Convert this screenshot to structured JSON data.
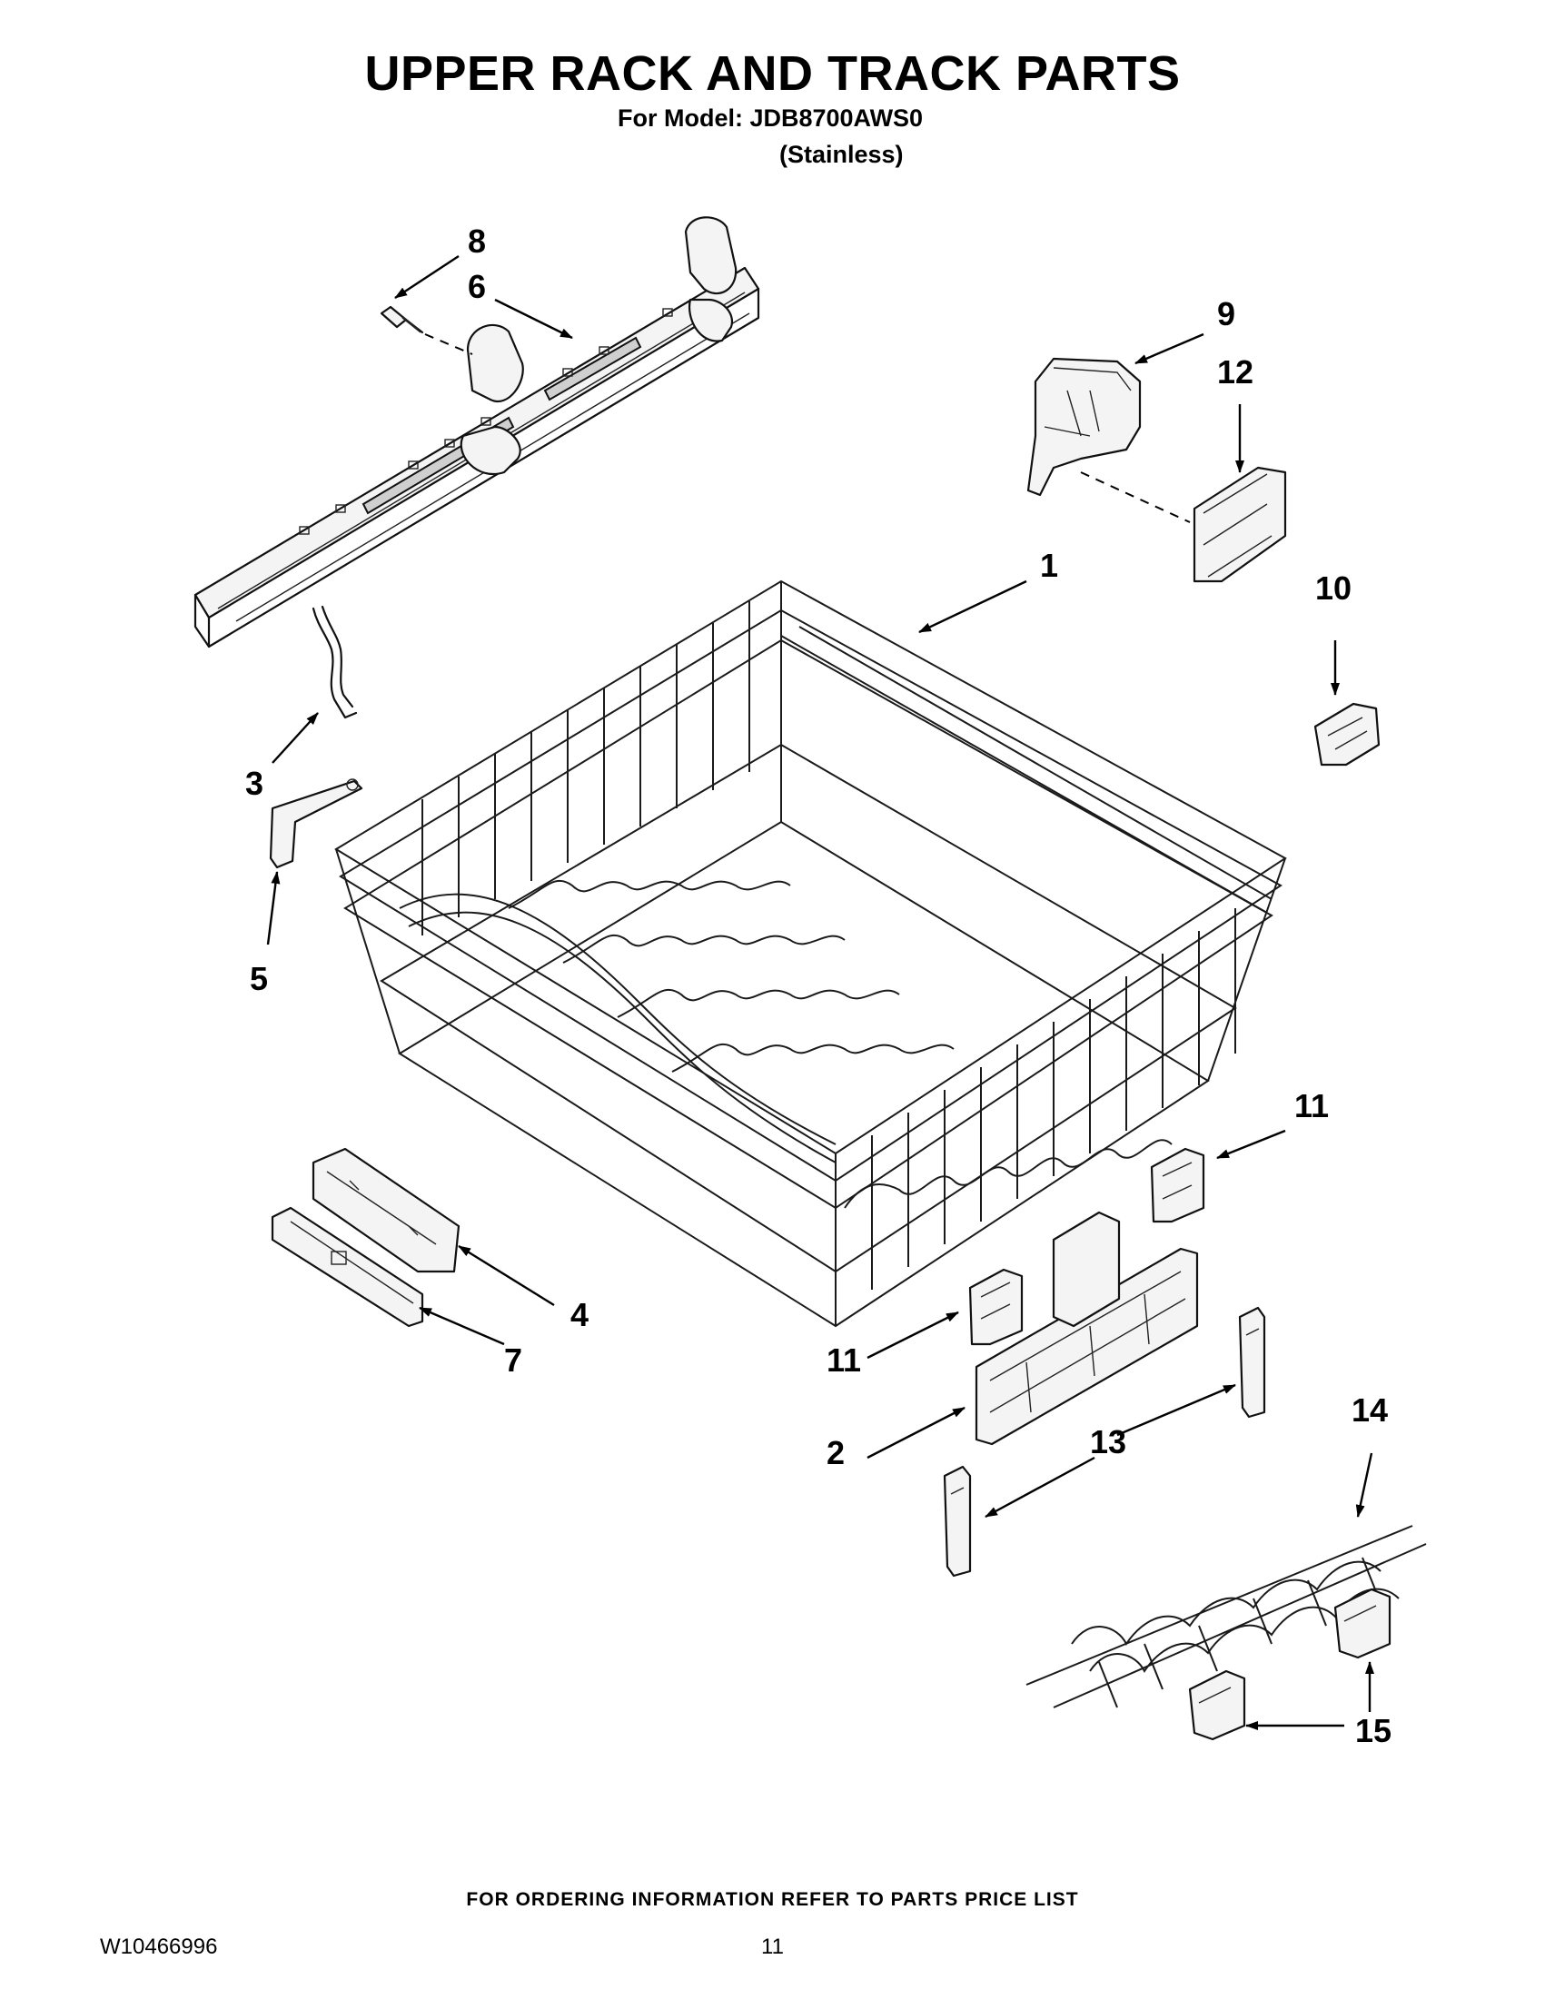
{
  "header": {
    "title": "UPPER RACK AND TRACK PARTS",
    "model_line": "For Model: JDB8700AWS0",
    "finish_line": "(Stainless)"
  },
  "footer": {
    "ordering_note": "FOR ORDERING INFORMATION REFER TO PARTS PRICE LIST",
    "doc_number": "W10466996",
    "page_number": "11"
  },
  "callouts": {
    "c1": "1",
    "c2": "2",
    "c3": "3",
    "c4": "4",
    "c5": "5",
    "c6": "6",
    "c7": "7",
    "c8": "8",
    "c9": "9",
    "c10": "10",
    "c11a": "11",
    "c11b": "11",
    "c12": "12",
    "c13": "13",
    "c14": "14",
    "c15": "15"
  }
}
